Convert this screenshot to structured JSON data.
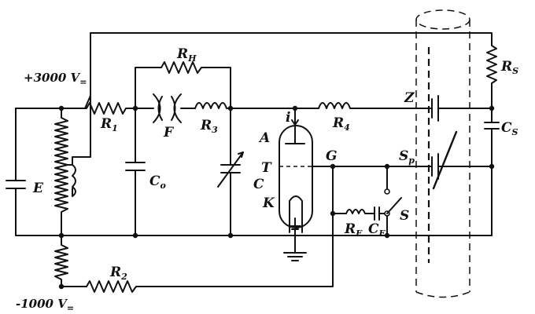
{
  "labels": {
    "plus_voltage": "+3000 V",
    "plus_voltage_sub": "=",
    "minus_voltage": "-1000 V",
    "minus_voltage_sub": "=",
    "r1": "R",
    "r1_sub": "1",
    "rh": "R",
    "rh_sub": "H",
    "f": "F",
    "r3": "R",
    "r3_sub": "3",
    "r4": "R",
    "r4_sub": "4",
    "rs": "R",
    "rs_sub": "S",
    "cs": "C",
    "cs_sub": "S",
    "c0": "C",
    "c0_sub": "o",
    "c": "C",
    "e": "E",
    "a": "A",
    "t": "T",
    "k": "K",
    "i": "i",
    "g": "G",
    "z": "Z",
    "sp": "S",
    "sp_sub": "p",
    "s": "S",
    "rf": "R",
    "rf_sub": "F",
    "cf": "C",
    "cf_sub": "F",
    "r2": "R",
    "r2_sub": "2"
  }
}
